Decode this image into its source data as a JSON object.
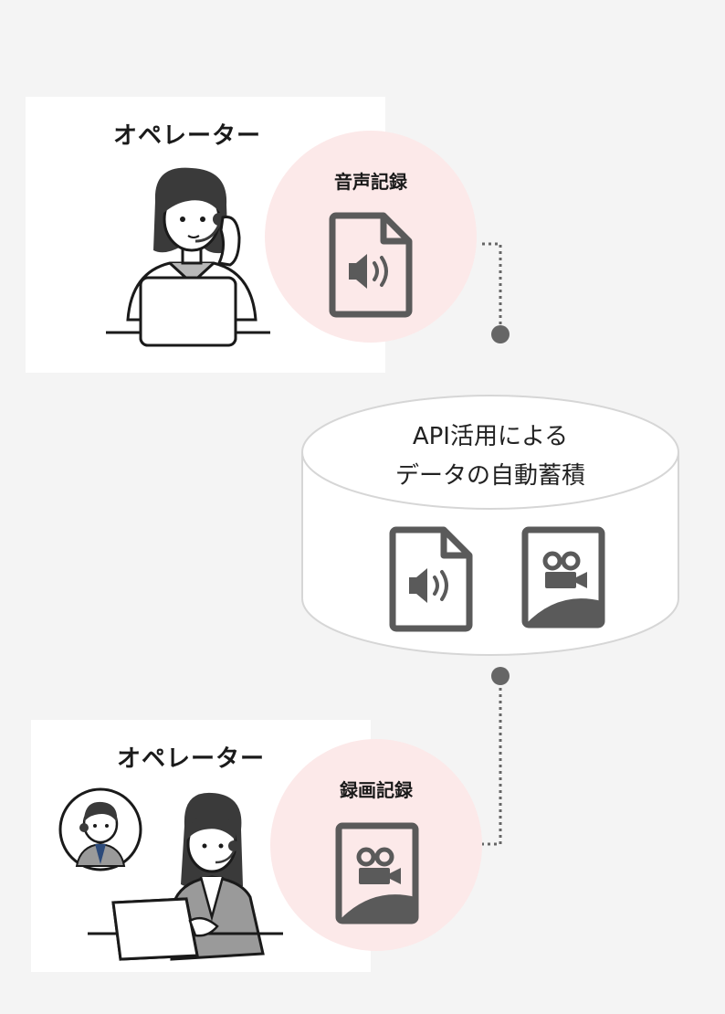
{
  "top_operator": {
    "label": "オペレーター",
    "record_label": "音声記録",
    "record_icon": "audio-file-icon"
  },
  "storage": {
    "line1": "API活用による",
    "line2": "データの自動蓄積",
    "icons": [
      "audio-file-icon",
      "video-file-icon"
    ]
  },
  "bottom_operator": {
    "label": "オペレーター",
    "record_label": "録画記録",
    "record_icon": "video-file-icon"
  },
  "colors": {
    "background": "#f4f4f4",
    "bubble": "#fce9e9",
    "icon": "#5a5a5a",
    "connector": "#666666"
  }
}
